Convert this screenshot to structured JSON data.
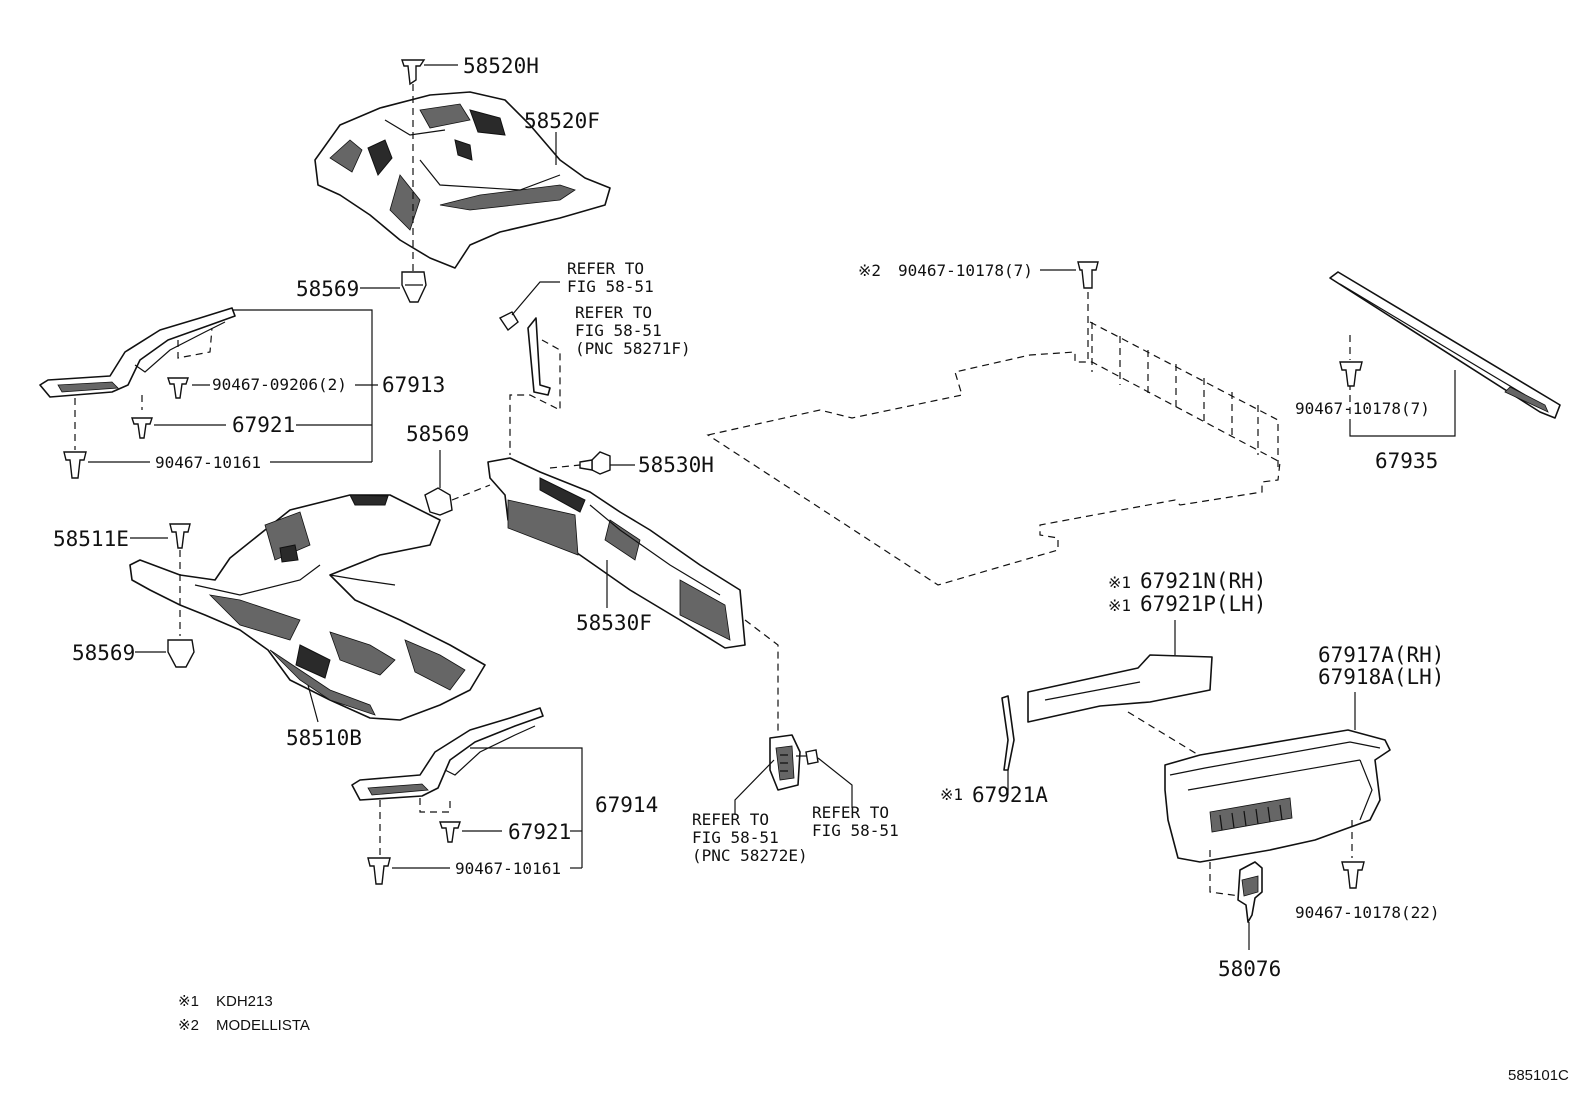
{
  "labels": {
    "l_58520H": "58520H",
    "l_58520F": "58520F",
    "l_58569_top": "58569",
    "l_refer1a": "REFER TO",
    "l_refer1b": "FIG 58-51",
    "l_refer2a": "REFER TO",
    "l_refer2b": "FIG 58-51",
    "l_refer2c": "(PNC 58271F)",
    "l_90467_09206": "90467-09206(2)",
    "l_67913": "67913",
    "l_67921_a": "67921",
    "l_90467_10161_a": "90467-10161",
    "l_58569_mid": "58569",
    "l_58530H": "58530H",
    "l_58511E": "58511E",
    "l_58569_low": "58569",
    "l_58530F": "58530F",
    "l_58510B": "58510B",
    "l_67914": "67914",
    "l_67921_b": "67921",
    "l_90467_10161_b": "90467-10161",
    "l_refer3a": "REFER TO",
    "l_refer3b": "FIG 58-51",
    "l_refer3c": "(PNC 58272E)",
    "l_refer4a": "REFER TO",
    "l_refer4b": "FIG 58-51",
    "l_mark2_top": "※2",
    "l_90467_10178_7a": "90467-10178(7)",
    "l_90467_10178_7b": "90467-10178(7)",
    "l_67935": "67935",
    "l_mark1_a": "※1",
    "l_67921N": "67921N(RH)",
    "l_mark1_b": "※1",
    "l_67921P": "67921P(LH)",
    "l_67917A": "67917A(RH)",
    "l_67918A": "67918A(LH)",
    "l_mark1_c": "※1",
    "l_67921A": "67921A",
    "l_90467_10178_22": "90467-10178(22)",
    "l_58076": "58076"
  },
  "notes": {
    "note1_mark": "※1",
    "note1_text": "KDH213",
    "note2_mark": "※2",
    "note2_text": "MODELLISTA"
  },
  "figure_code": "585101C"
}
